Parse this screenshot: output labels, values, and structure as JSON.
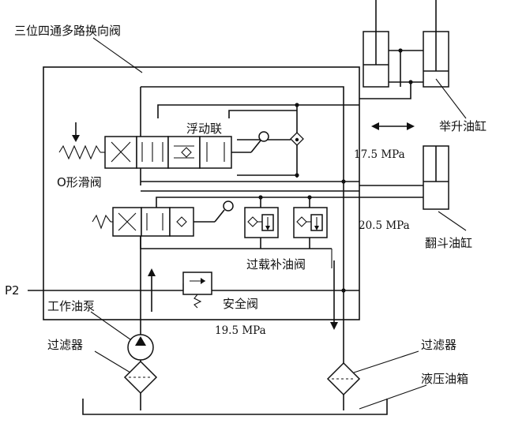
{
  "labels": {
    "multiway_valve": "三位四通多路换向阀",
    "float_link": "浮动联",
    "o_type_valve": "O形滑阀",
    "lift_cylinder": "举升油缸",
    "tip_cylinder": "翻斗油缸",
    "overload_valve": "过载补油阀",
    "safety_valve": "安全阀",
    "work_pump": "工作油泵",
    "filter_left": "过滤器",
    "filter_right": "过滤器",
    "tank": "液压油箱",
    "p2": "P2"
  },
  "pressures": {
    "p_17_5": "17.5 MPa",
    "p_20_5": "20.5 MPa",
    "p_19_5": "19.5 MPa"
  }
}
